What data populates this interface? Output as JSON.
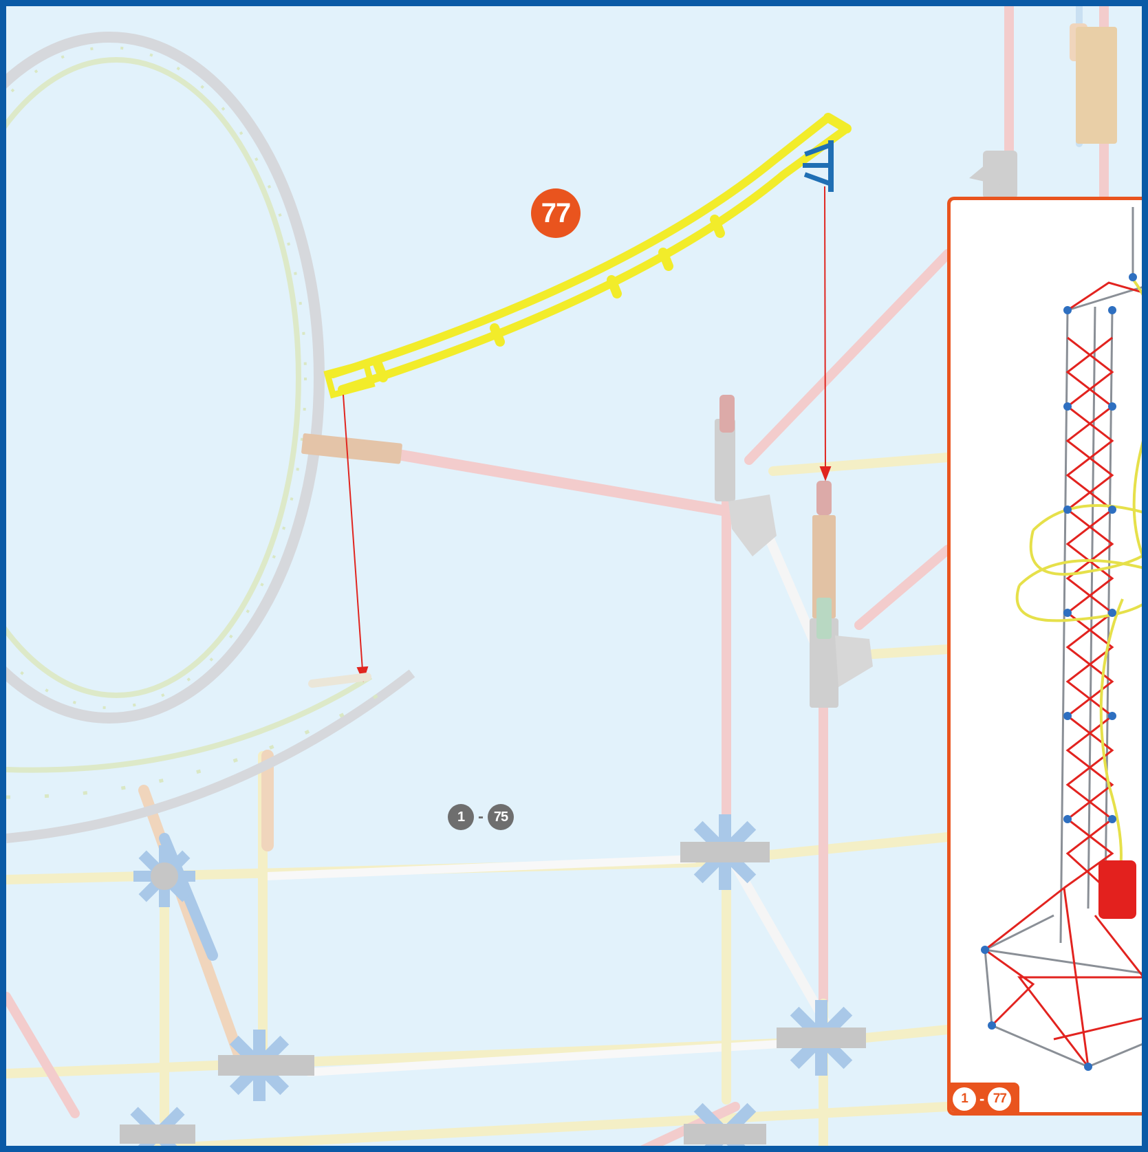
{
  "step": {
    "number": "77",
    "color": "#e9541e"
  },
  "previous_steps": {
    "from": "1",
    "to": "75",
    "separator": "-",
    "color": "#6e6e6e"
  },
  "overview": {
    "from": "1",
    "to": "77",
    "separator": "-",
    "border_color": "#e9541e"
  },
  "colors": {
    "page_border": "#0a5aa6",
    "background": "#e2f2fb",
    "new_track": "#f2ec2a",
    "assembly_arrow": "#e0251f"
  }
}
